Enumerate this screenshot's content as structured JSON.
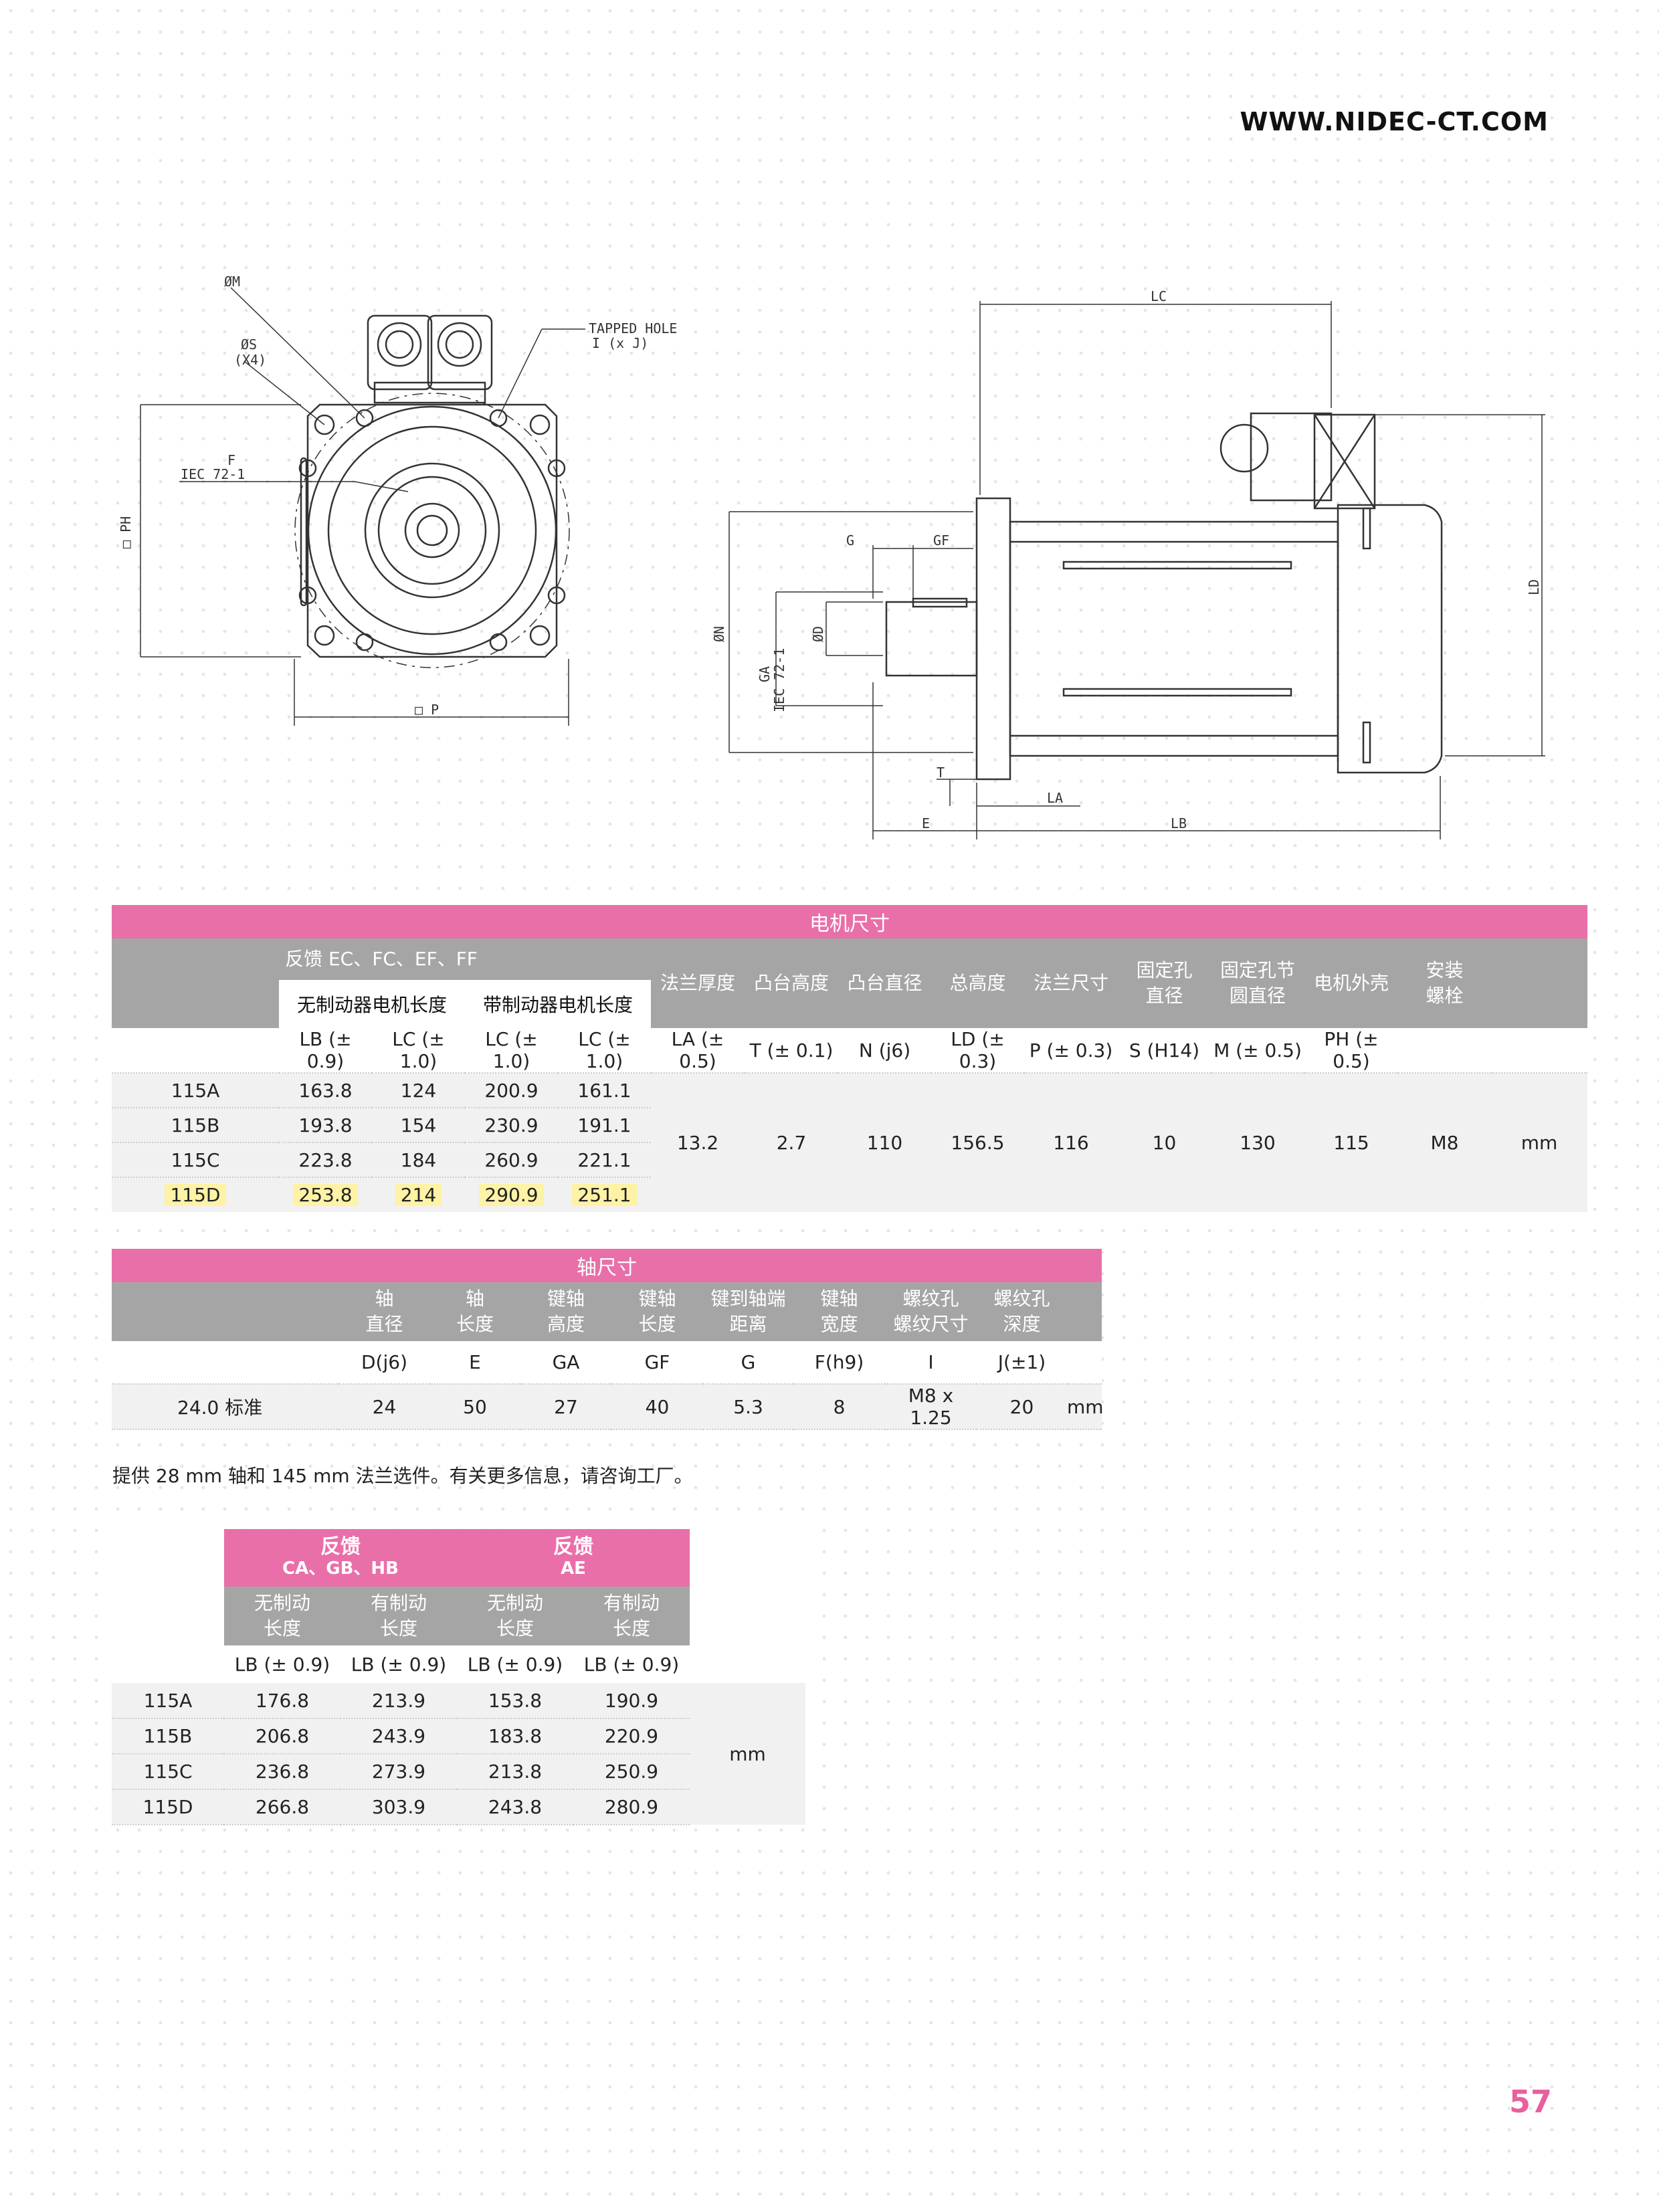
{
  "header": {
    "url": "WWW.NIDEC-CT.COM"
  },
  "page_number": "57",
  "drawing_front": {
    "labels": {
      "m": "ØM",
      "s": "ØS",
      "s_count": "(X4)",
      "tapped1": "TAPPED HOLE",
      "tapped2": "I (x J)",
      "f": "F",
      "iec": "IEC 72-1",
      "ph": "□ PH",
      "p": "□ P"
    }
  },
  "drawing_side": {
    "labels": {
      "lc": "LC",
      "g": "G",
      "gf": "GF",
      "n": "ØN",
      "d": "ØD",
      "ga": "GA",
      "iec": "IEC 72-1",
      "ld": "LD",
      "t": "T",
      "la": "LA",
      "e": "E",
      "lb": "LB"
    }
  },
  "motor_table": {
    "title": "电机尺寸",
    "feedback_header": "反馈 EC、FC、EF、FF",
    "no_brake": "无制动器电机长度",
    "with_brake": "带制动器电机长度",
    "columns": [
      "法兰厚度",
      "凸台高度",
      "凸台直径",
      "总高度",
      "法兰尺寸",
      "固定孔\n直径",
      "固定孔节\n圆直径",
      "电机外壳",
      "安装\n螺栓"
    ],
    "symbols": [
      "LB (± 0.9)",
      "LC (± 1.0)",
      "LC (± 1.0)",
      "LC (± 1.0)",
      "LA (± 0.5)",
      "T (± 0.1)",
      "N (j6)",
      "LD (± 0.3)",
      "P (± 0.3)",
      "S (H14)",
      "M (± 0.5)",
      "PH (± 0.5)"
    ],
    "rows": [
      {
        "model": "115A",
        "values": [
          "163.8",
          "124",
          "200.9",
          "161.1"
        ]
      },
      {
        "model": "115B",
        "values": [
          "193.8",
          "154",
          "230.9",
          "191.1"
        ]
      },
      {
        "model": "115C",
        "values": [
          "223.8",
          "184",
          "260.9",
          "221.1"
        ]
      },
      {
        "model": "115D",
        "values": [
          "253.8",
          "214",
          "290.9",
          "251.1"
        ]
      }
    ],
    "common": [
      "13.2",
      "2.7",
      "110",
      "156.5",
      "116",
      "10",
      "130",
      "115",
      "M8"
    ],
    "unit": "mm"
  },
  "shaft_table": {
    "title": "轴尺寸",
    "columns": [
      "轴\n直径",
      "轴\n长度",
      "键轴\n高度",
      "键轴\n长度",
      "键到轴端\n距离",
      "键轴\n宽度",
      "螺纹孔\n螺纹尺寸",
      "螺纹孔\n深度"
    ],
    "symbols": [
      "D(j6)",
      "E",
      "GA",
      "GF",
      "G",
      "F(h9)",
      "I",
      "J(±1)"
    ],
    "row": {
      "label": "24.0 标准",
      "values": [
        "24",
        "50",
        "27",
        "40",
        "5.3",
        "8",
        "M8 x 1.25",
        "20"
      ]
    },
    "unit": "mm"
  },
  "note": "提供 28 mm 轴和 145 mm 法兰选件。有关更多信息，请咨询工厂。",
  "feedback_table": {
    "group1_title": "反馈",
    "group1_sub": "CA、GB、HB",
    "group2_title": "反馈",
    "group2_sub": "AE",
    "columns": [
      "无制动\n长度",
      "有制动\n长度",
      "无制动\n长度",
      "有制动\n长度"
    ],
    "symbols": [
      "LB (± 0.9)",
      "LB (± 0.9)",
      "LB (± 0.9)",
      "LB (± 0.9)"
    ],
    "rows": [
      {
        "model": "115A",
        "values": [
          "176.8",
          "213.9",
          "153.8",
          "190.9"
        ]
      },
      {
        "model": "115B",
        "values": [
          "206.8",
          "243.9",
          "183.8",
          "220.9"
        ]
      },
      {
        "model": "115C",
        "values": [
          "236.8",
          "273.9",
          "213.8",
          "250.9"
        ]
      },
      {
        "model": "115D",
        "values": [
          "266.8",
          "303.9",
          "243.8",
          "280.9"
        ]
      }
    ],
    "unit": "mm"
  }
}
